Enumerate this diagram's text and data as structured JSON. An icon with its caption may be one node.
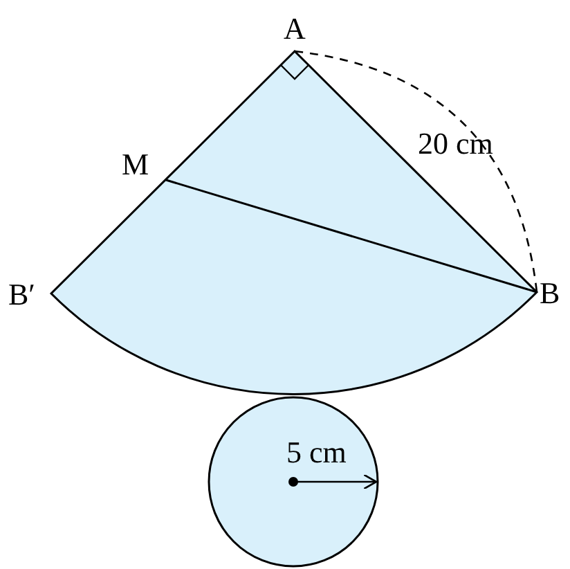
{
  "diagram": {
    "labels": [
      "A",
      "M",
      "B′",
      "B",
      "20 cm",
      "5 cm"
    ]
  }
}
